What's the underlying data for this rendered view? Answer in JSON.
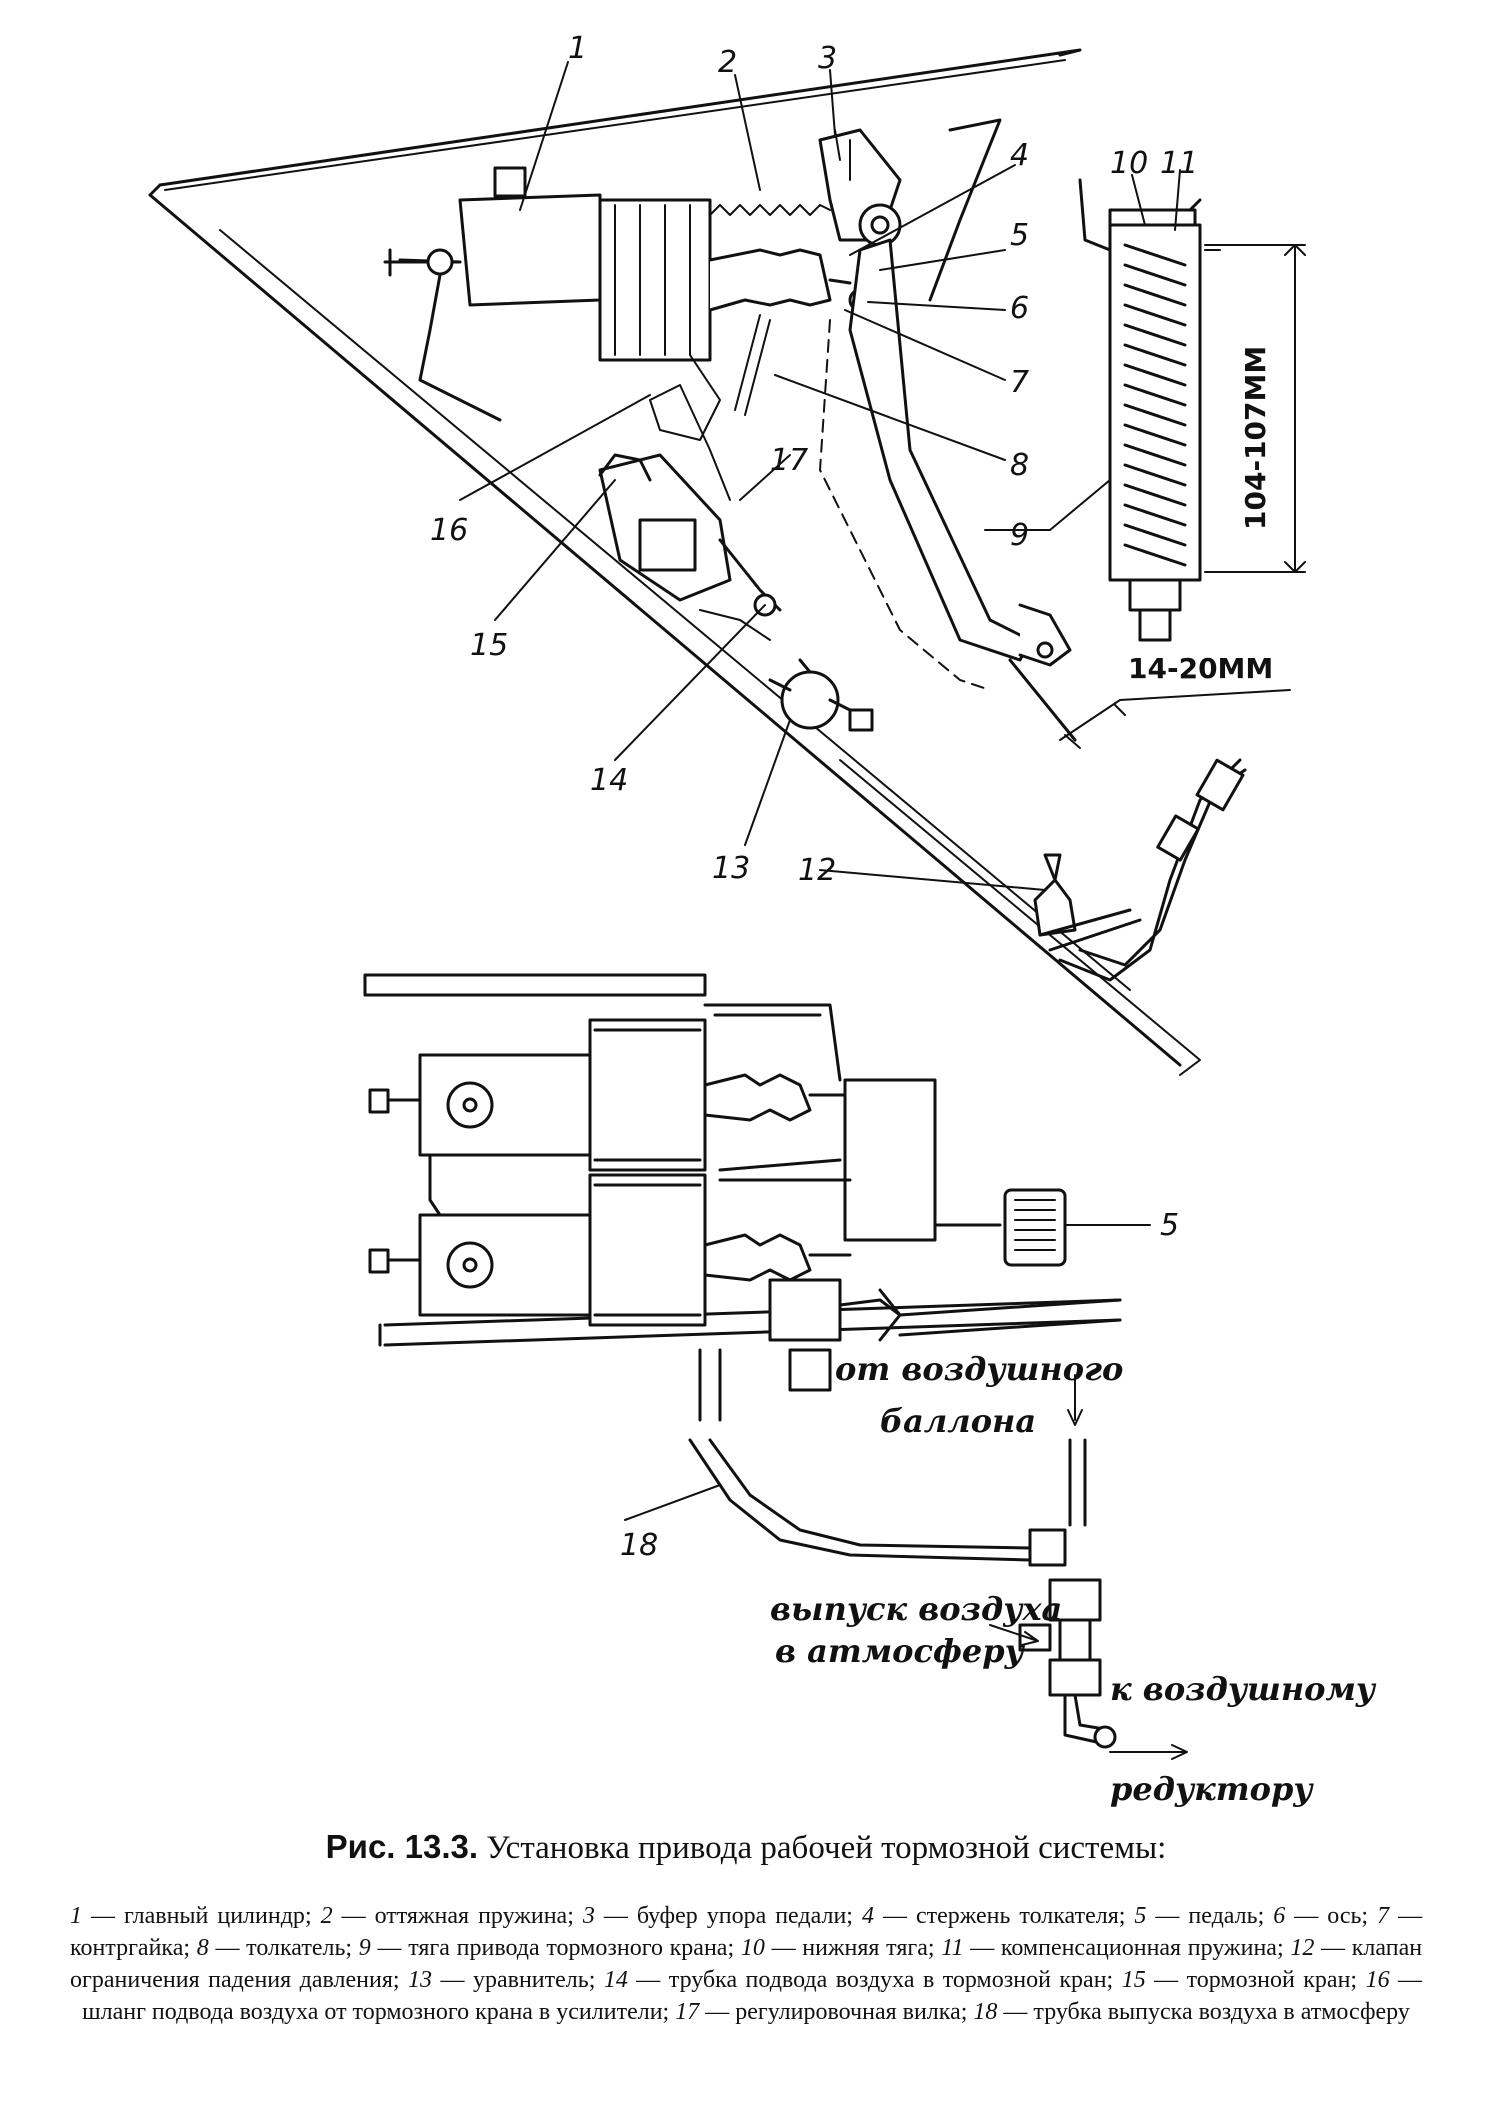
{
  "figure": {
    "callouts": {
      "top": [
        "1",
        "2",
        "3",
        "4",
        "5",
        "6",
        "7",
        "8",
        "9",
        "10",
        "11",
        "12",
        "13",
        "14",
        "15",
        "16",
        "17"
      ],
      "bottom": [
        "5",
        "18"
      ]
    },
    "dimensions": {
      "spring_length": "104-107ММ",
      "pedal_travel": "14-20ММ"
    },
    "handwritten": {
      "from_tank_line1": "от воздушного",
      "from_tank_line2": "баллона",
      "exhaust_line1": "выпуск воздуха",
      "exhaust_line2": "в атмосферу",
      "to_reducer_line1": "к воздушному",
      "to_reducer_line2": "редуктору"
    }
  },
  "caption": {
    "label": "Рис. 13.3.",
    "title": "Установка привода рабочей тормозной системы:"
  },
  "legend": [
    {
      "n": "1",
      "text": "главный цилиндр"
    },
    {
      "n": "2",
      "text": "оттяжная пружина"
    },
    {
      "n": "3",
      "text": "буфер упора педали"
    },
    {
      "n": "4",
      "text": "стержень толкателя"
    },
    {
      "n": "5",
      "text": "педаль"
    },
    {
      "n": "6",
      "text": "ось"
    },
    {
      "n": "7",
      "text": "контргайка"
    },
    {
      "n": "8",
      "text": "толкатель"
    },
    {
      "n": "9",
      "text": "тяга привода тормозного крана"
    },
    {
      "n": "10",
      "text": "нижняя тяга"
    },
    {
      "n": "11",
      "text": "компенсационная пружина"
    },
    {
      "n": "12",
      "text": "клапан ограничения падения давления"
    },
    {
      "n": "13",
      "text": "уравнитель"
    },
    {
      "n": "14",
      "text": "трубка подвода воздуха в тормозной кран"
    },
    {
      "n": "15",
      "text": "тормозной кран"
    },
    {
      "n": "16",
      "text": "шланг подвода воздуха от тормозного крана в усилители"
    },
    {
      "n": "17",
      "text": "регулировочная вилка"
    },
    {
      "n": "18",
      "text": "трубка выпуска воздуха в атмосферу"
    }
  ]
}
